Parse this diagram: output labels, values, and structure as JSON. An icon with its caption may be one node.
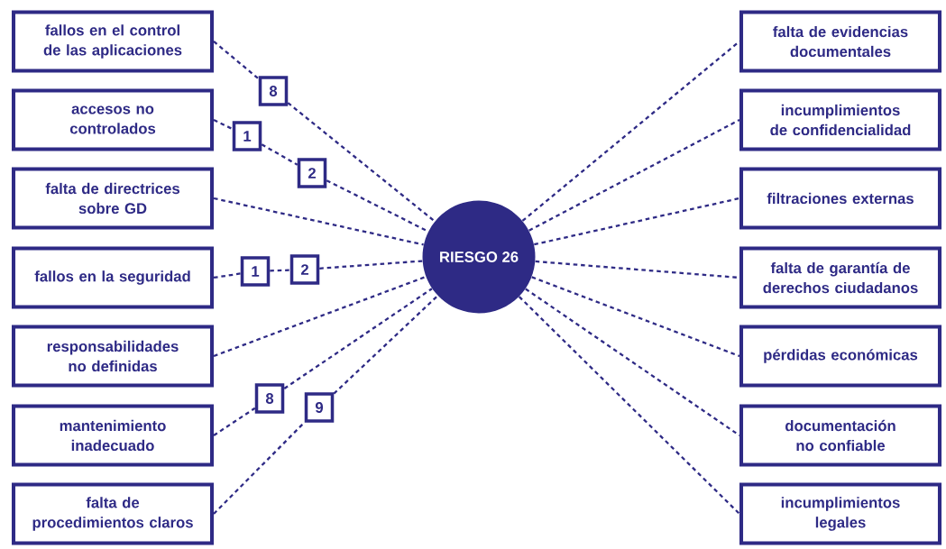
{
  "diagram": {
    "nodes": [
      {
        "text": [
          "fallos en el control de las aplicaciones"
        ]
      },
      {
        "text": [
          "accesos no controlados"
        ]
      },
      {
        "text": [
          "falta de directrices sobre GD"
        ]
      },
      {
        "text": [
          "fallos en la seguridad"
        ]
      },
      {
        "text": [
          "responsabilidades no definidas"
        ]
      },
      {
        "text": [
          "mantenimiento inadecuado"
        ]
      },
      {
        "text": [
          "falta de procedimientos claros"
        ]
      },
      {
        "text": [
          "falta de evidencias documentales"
        ]
      },
      {
        "text": [
          "incumplimientos de confidencialidad"
        ]
      },
      {
        "text": [
          "filtraciones externas"
        ]
      },
      {
        "text": [
          "falta de garantía de derechos ciudadanos"
        ]
      },
      {
        "text": [
          "pérdidas económicas"
        ]
      },
      {
        "text": [
          "documentación no confiable"
        ]
      },
      {
        "text": [
          "incumplimientos legales"
        ]
      },
      {
        "text": [
          "RIESGO 26"
        ]
      },
      {
        "text": [
          "8"
        ]
      },
      {
        "text": [
          "1"
        ]
      },
      {
        "text": [
          "2"
        ]
      },
      {
        "text": [
          "1"
        ]
      },
      {
        "text": [
          "2"
        ]
      },
      {
        "text": [
          "8"
        ]
      },
      {
        "text": [
          "9"
        ]
      }
    ],
    "edges": [
      {
        "from": 0,
        "to": 15,
        "arrow": "none",
        "style": "dashed"
      },
      {
        "from": 15,
        "to": 14,
        "arrow": "none",
        "style": "dashed"
      },
      {
        "from": 1,
        "to": 16,
        "arrow": "none",
        "style": "dashed"
      },
      {
        "from": 16,
        "to": 17,
        "arrow": "none",
        "style": "dashed"
      },
      {
        "from": 17,
        "to": 14,
        "arrow": "none",
        "style": "dashed"
      },
      {
        "from": 2,
        "to": 14,
        "arrow": "none",
        "style": "dashed"
      },
      {
        "from": 3,
        "to": 18,
        "arrow": "none",
        "style": "dashed"
      },
      {
        "from": 18,
        "to": 19,
        "arrow": "none",
        "style": "dashed"
      },
      {
        "from": 19,
        "to": 14,
        "arrow": "none",
        "style": "dashed"
      },
      {
        "from": 4,
        "to": 14,
        "arrow": "none",
        "style": "dashed"
      },
      {
        "from": 5,
        "to": 20,
        "arrow": "none",
        "style": "dashed"
      },
      {
        "from": 20,
        "to": 14,
        "arrow": "none",
        "style": "dashed"
      },
      {
        "from": 6,
        "to": 21,
        "arrow": "none",
        "style": "dashed"
      },
      {
        "from": 21,
        "to": 14,
        "arrow": "none",
        "style": "dashed"
      },
      {
        "from": 14,
        "to": 7,
        "arrow": "none",
        "style": "dashed"
      },
      {
        "from": 14,
        "to": 8,
        "arrow": "none",
        "style": "dashed"
      },
      {
        "from": 14,
        "to": 9,
        "arrow": "none",
        "style": "dashed"
      },
      {
        "from": 14,
        "to": 10,
        "arrow": "none",
        "style": "dashed"
      },
      {
        "from": 14,
        "to": 11,
        "arrow": "none",
        "style": "dashed"
      },
      {
        "from": 14,
        "to": 12,
        "arrow": "none",
        "style": "dashed"
      },
      {
        "from": 14,
        "to": 13,
        "arrow": "none",
        "style": "dashed"
      }
    ]
  }
}
